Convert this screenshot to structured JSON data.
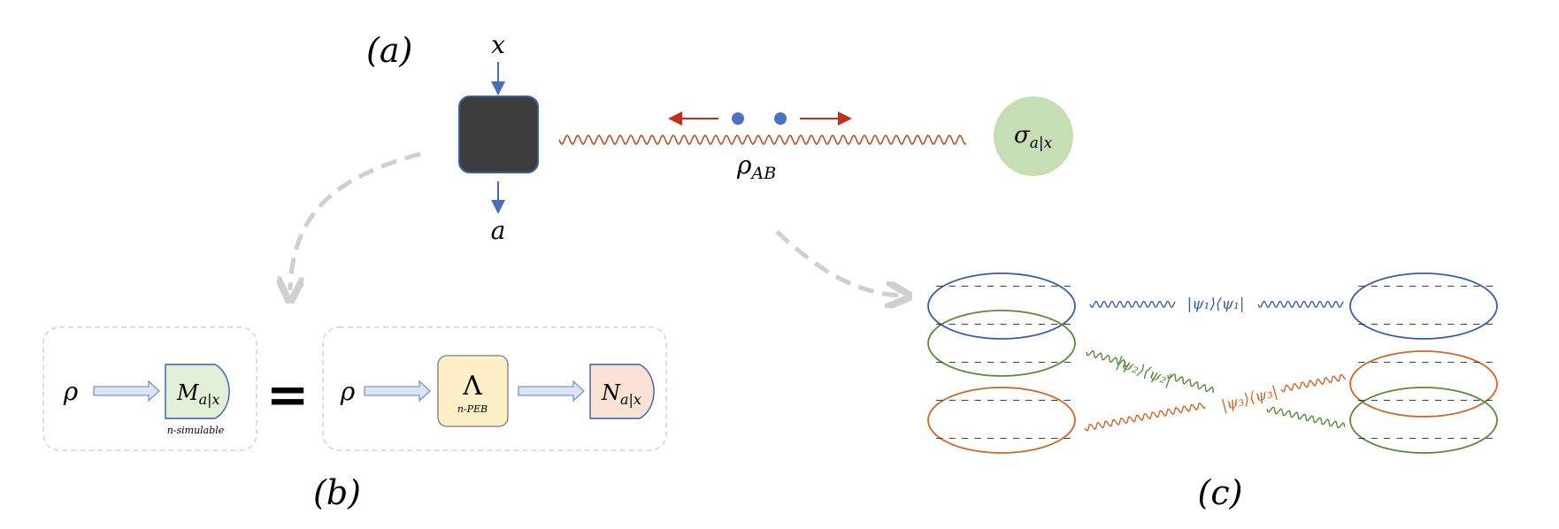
{
  "labels": {
    "panel_a": "(a)",
    "panel_b": "(b)",
    "panel_c": "(c)",
    "input_x": "x",
    "output_a": "a",
    "state_rho_ab": "ρ",
    "state_rho_ab_sub": "AB",
    "assemblage": "σ",
    "assemblage_sub": "a|x"
  },
  "panel_b": {
    "rho_left": "ρ",
    "measurement_m": "M",
    "measurement_m_sub": "a|x",
    "m_caption": "n-simulable",
    "equals": "=",
    "rho_right": "ρ",
    "channel": "Λ",
    "channel_caption": "n-PEB",
    "measurement_n": "N",
    "measurement_n_sub": "a|x"
  },
  "panel_c": {
    "psi1": "|ψ₁⟩⟨ψ₁|",
    "psi2": "|ψ₂⟩⟨ψ₂|",
    "psi3": "|ψ₃⟩⟨ψ₃|",
    "dash": "– – – – – – – – – – –"
  },
  "colors": {
    "box_dark": "#3d3d3d",
    "blue": "#3a5da8",
    "green": "#5a8a3a",
    "orange": "#d0662a",
    "wave_red": "#b5532a",
    "arrow_red": "#c0301f",
    "assemblage_fill": "#c6deb3",
    "m_fill": "#e3f0d8",
    "channel_fill": "#fdf0c6",
    "n_fill": "#f9e2d4",
    "gray_dashed": "#cfcfcf"
  }
}
